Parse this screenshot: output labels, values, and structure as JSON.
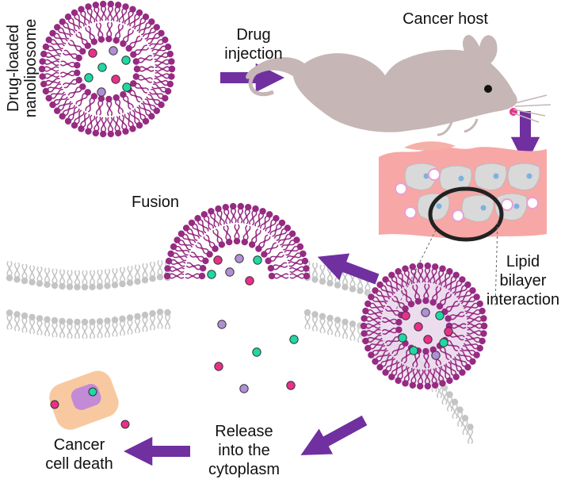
{
  "labels": {
    "nanoliposome_line1": "Drug-loaded",
    "nanoliposome_line2": "nanoliposome",
    "drug_injection_line1": "Drug",
    "drug_injection_line2": "injection",
    "cancer_host": "Cancer host",
    "fusion": "Fusion",
    "lipid_line1": "Lipid",
    "lipid_line2": "bilayer",
    "lipid_line3": "interaction",
    "release_line1": "Release",
    "release_line2": "into the",
    "release_line3": "cytoplasm",
    "death_line1": "Cancer",
    "death_line2": "cell death"
  },
  "colors": {
    "lipid": "#962b82",
    "membrane": "#bfbfbf",
    "arrow": "#7030a0",
    "mouse": "#c6b6b6",
    "tissue": "#f7a7a6",
    "drug_pink": "#e8308a",
    "drug_green": "#1fd8a3",
    "drug_lilac": "#b08fd6",
    "cell_orange": "#f8c9a0",
    "nucleus": "#c38ad6"
  },
  "icons": [
    "liposome-icon",
    "mouse-icon",
    "tissue-icon",
    "magnifier-ring-icon",
    "arrow-icon",
    "cancer-cell-icon"
  ]
}
